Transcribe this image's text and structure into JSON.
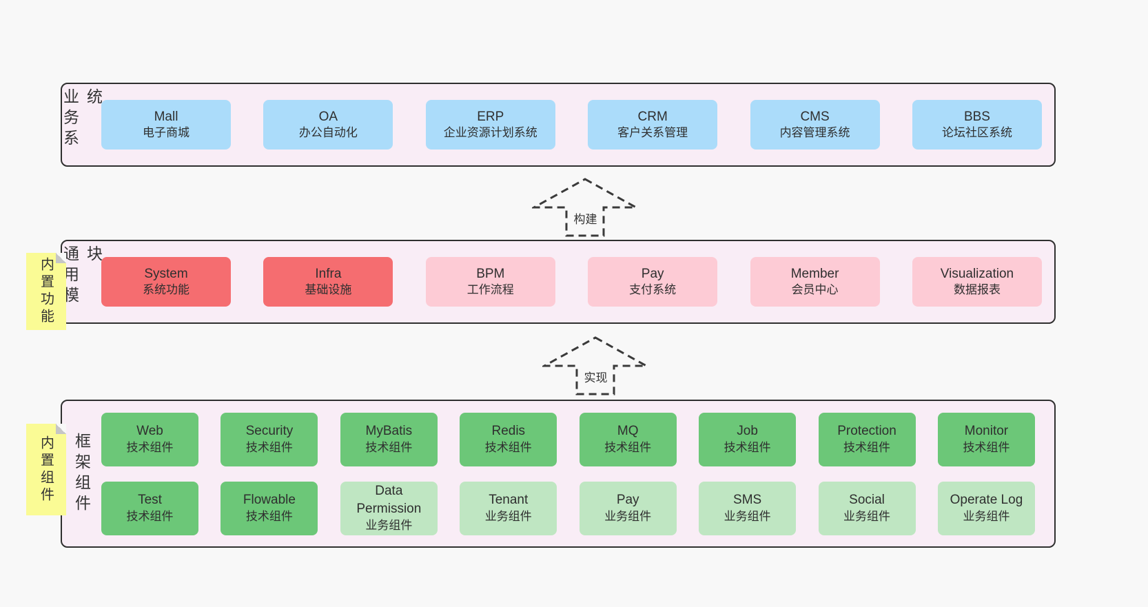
{
  "colors": {
    "page-bg": "#f8f8f8",
    "band-bg": "#f9edf6",
    "band-border": "#2f2f2f",
    "blue": "#abdcfa",
    "red": "#f56d70",
    "pink": "#fdcbd5",
    "green-dark": "#6cc778",
    "green-light": "#bfe6c2",
    "yellow": "#fafb95",
    "fold": "#c6c6c6",
    "text": "#2f2f2f"
  },
  "arrows": [
    {
      "label": "构建"
    },
    {
      "label": "实现"
    }
  ],
  "bands": [
    {
      "id": "business-systems",
      "label": "业务系统",
      "boxes": [
        {
          "name": "Mall",
          "desc": "电子商城",
          "variant": "blue"
        },
        {
          "name": "OA",
          "desc": "办公自动化",
          "variant": "blue"
        },
        {
          "name": "ERP",
          "desc": "企业资源计划系统",
          "variant": "blue"
        },
        {
          "name": "CRM",
          "desc": "客户关系管理",
          "variant": "blue"
        },
        {
          "name": "CMS",
          "desc": "内容管理系统",
          "variant": "blue"
        },
        {
          "name": "BBS",
          "desc": "论坛社区系统",
          "variant": "blue"
        }
      ]
    },
    {
      "id": "common-modules",
      "label": "通用模块",
      "sticky": "内置功能",
      "boxes": [
        {
          "name": "System",
          "desc": "系统功能",
          "variant": "red"
        },
        {
          "name": "Infra",
          "desc": "基础设施",
          "variant": "red"
        },
        {
          "name": "BPM",
          "desc": "工作流程",
          "variant": "pink"
        },
        {
          "name": "Pay",
          "desc": "支付系统",
          "variant": "pink"
        },
        {
          "name": "Member",
          "desc": "会员中心",
          "variant": "pink"
        },
        {
          "name": "Visualization",
          "desc": "数据报表",
          "variant": "pink"
        }
      ]
    },
    {
      "id": "framework-components",
      "label": "框架组件",
      "sticky": "内置组件",
      "rows": [
        [
          {
            "name": "Web",
            "desc": "技术组件",
            "variant": "green-dark"
          },
          {
            "name": "Security",
            "desc": "技术组件",
            "variant": "green-dark"
          },
          {
            "name": "MyBatis",
            "desc": "技术组件",
            "variant": "green-dark"
          },
          {
            "name": "Redis",
            "desc": "技术组件",
            "variant": "green-dark"
          },
          {
            "name": "MQ",
            "desc": "技术组件",
            "variant": "green-dark"
          },
          {
            "name": "Job",
            "desc": "技术组件",
            "variant": "green-dark"
          },
          {
            "name": "Protection",
            "desc": "技术组件",
            "variant": "green-dark"
          },
          {
            "name": "Monitor",
            "desc": "技术组件",
            "variant": "green-dark"
          }
        ],
        [
          {
            "name": "Test",
            "desc": "技术组件",
            "variant": "green-dark"
          },
          {
            "name": "Flowable",
            "desc": "技术组件",
            "variant": "green-dark"
          },
          {
            "name": "Data Permission",
            "desc": "业务组件",
            "variant": "green-light"
          },
          {
            "name": "Tenant",
            "desc": "业务组件",
            "variant": "green-light"
          },
          {
            "name": "Pay",
            "desc": "业务组件",
            "variant": "green-light"
          },
          {
            "name": "SMS",
            "desc": "业务组件",
            "variant": "green-light"
          },
          {
            "name": "Social",
            "desc": "业务组件",
            "variant": "green-light"
          },
          {
            "name": "Operate Log",
            "desc": "业务组件",
            "variant": "green-light"
          }
        ]
      ]
    }
  ]
}
